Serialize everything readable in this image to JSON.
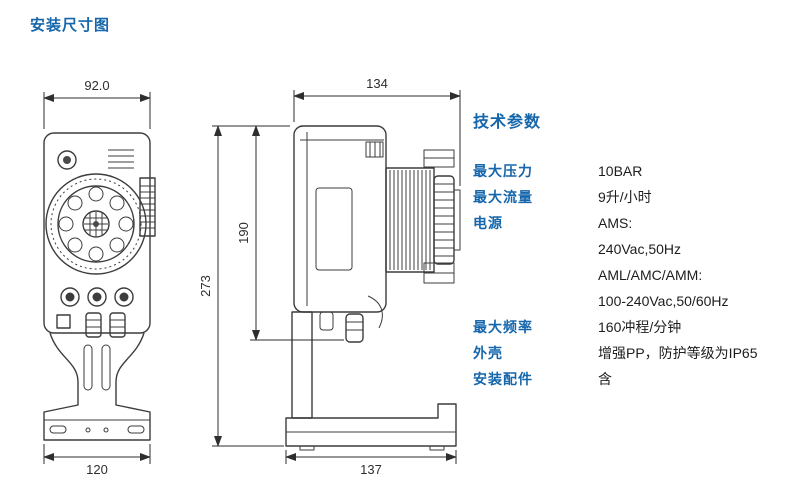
{
  "page": {
    "title": "安装尺寸图"
  },
  "colors": {
    "accent": "#1566ab",
    "drawing_line": "#3c3c3c"
  },
  "drawing": {
    "front_view": {
      "top_width": "92.0",
      "base_width": "120"
    },
    "side_view": {
      "top_depth": "134",
      "total_height": "273",
      "body_height": "190",
      "base_depth": "137"
    }
  },
  "specs": {
    "heading": "技术参数",
    "rows": [
      {
        "label": "最大压力",
        "value": "10BAR"
      },
      {
        "label": "最大流量",
        "value": "9升/小时"
      },
      {
        "label": "电源",
        "value": "AMS:"
      },
      {
        "label": "",
        "value": "240Vac,50Hz"
      },
      {
        "label": "",
        "value": "AML/AMC/AMM:"
      },
      {
        "label": "",
        "value": "100-240Vac,50/60Hz"
      },
      {
        "label": "最大频率",
        "value": "160冲程/分钟"
      },
      {
        "label": "外壳",
        "value": "增强PP，防护等级为IP65"
      },
      {
        "label": "安装配件",
        "value": "含"
      }
    ]
  }
}
